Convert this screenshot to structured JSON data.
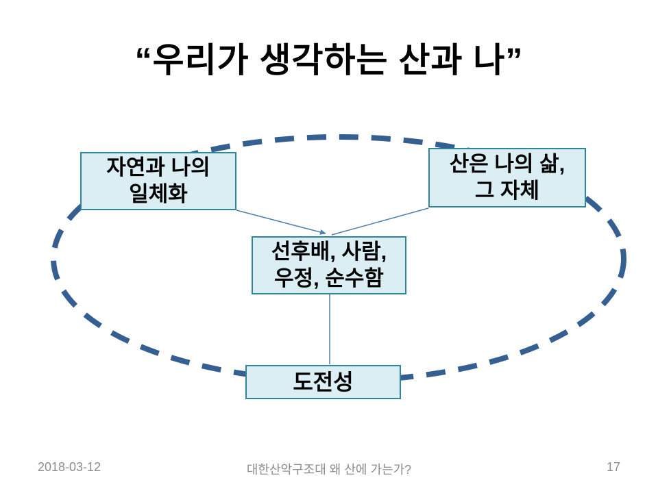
{
  "title": "“우리가 생각하는 산과 나”",
  "diagram": {
    "nodes": {
      "top_left": {
        "label": "자연과 나의\n일체화"
      },
      "top_right": {
        "label": "산은 나의 삶,\n그 자체"
      },
      "center": {
        "label": "선후배, 사람,\n우정, 순수함"
      },
      "bottom": {
        "label": "도전성"
      }
    },
    "colors": {
      "node_fill": "#daeef3",
      "node_border": "#31859b",
      "connector": "#4e7fae",
      "ellipse_dash": "#365f91"
    }
  },
  "footer": {
    "date": "2018-03-12",
    "title": "대한산악구조대 왜 산에 가는가?",
    "page_number": "17"
  }
}
